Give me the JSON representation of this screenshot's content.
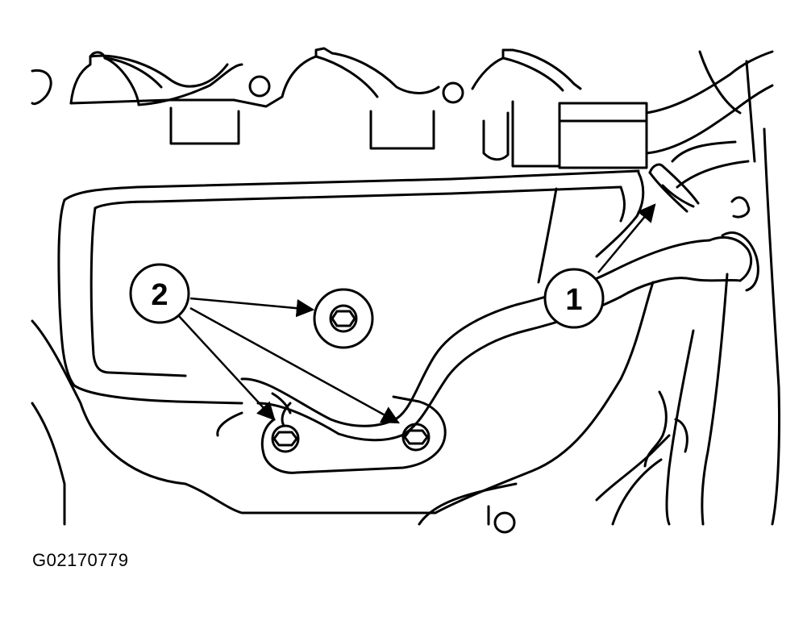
{
  "callouts": [
    {
      "id": "1",
      "label": "1"
    },
    {
      "id": "2",
      "label": "2"
    }
  ],
  "figure_code": "G02170779",
  "colors": {
    "line": "#000000",
    "background": "#ffffff"
  }
}
